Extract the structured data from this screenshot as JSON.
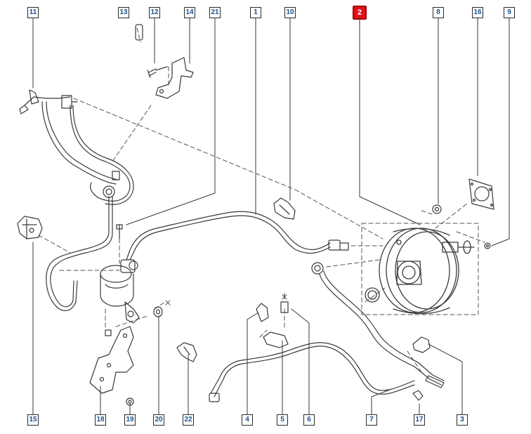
{
  "callouts": {
    "c11": "11",
    "c13": "13",
    "c12": "12",
    "c14": "14",
    "c21": "21",
    "c1": "1",
    "c10": "10",
    "c2": "2",
    "c8": "8",
    "c16": "16",
    "c9": "9",
    "c15": "15",
    "c18": "18",
    "c19": "19",
    "c20": "20",
    "c22": "22",
    "c4": "4",
    "c5": "5",
    "c6": "6",
    "c7": "7",
    "c17": "17",
    "c3": "3"
  },
  "colors": {
    "highlight": "#e0121b",
    "line": "#3a3a3a",
    "callout_text": "#1c4f8c"
  },
  "selected_part": "2"
}
